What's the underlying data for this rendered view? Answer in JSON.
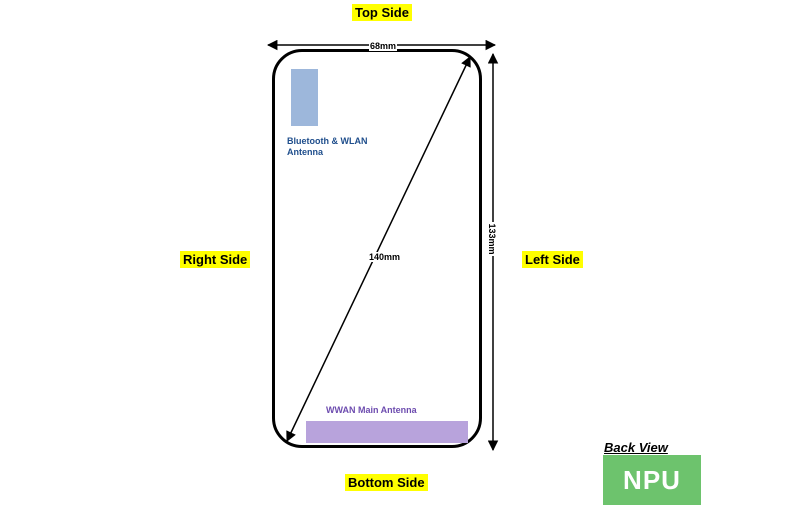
{
  "sides": {
    "top": "Top Side",
    "bottom": "Bottom Side",
    "left": "Left Side",
    "right": "Right Side"
  },
  "dimensions": {
    "width": "68mm",
    "height": "133mm",
    "diagonal": "140mm"
  },
  "antennas": {
    "bluetooth_wlan": {
      "label": "Bluetooth & WLAN\nAntenna",
      "color": "#9db7db"
    },
    "wwan_main": {
      "label": "WWAN Main Antenna",
      "color": "#b8a3dc"
    }
  },
  "view_label": "Back View",
  "watermark": {
    "text": "NPU",
    "color": "#6dc36d"
  }
}
